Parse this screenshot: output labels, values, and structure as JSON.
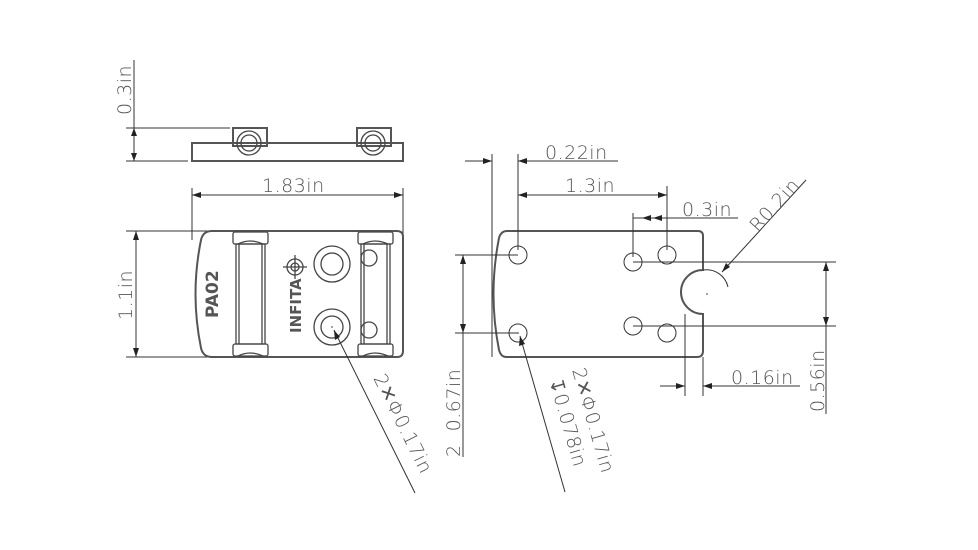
{
  "drawing": {
    "subject": "Red dot mounting plate",
    "part_label": "PA02",
    "brand_label": "INFITA",
    "colors": {
      "background": "#ffffff",
      "line": "#333333",
      "part_outline": "#555555",
      "text": "#555555"
    }
  },
  "side_view": {
    "height_dim": "0.3in"
  },
  "top_view": {
    "width_dim": "1.83in",
    "height_dim": "1.1in",
    "hole_callout": "2✕Φ0.17in"
  },
  "bottom_view": {
    "hole_offset_dim": "0.22in",
    "hole_span_dim": "1.3in",
    "inner_hole_dim": "0.3in",
    "radius_dim": "R0.2in",
    "notch_dim": "0.16in",
    "vertical_span_dim": "0.56in",
    "hole_pitch_dim": "2  0.67in",
    "hole_callout_line1": "2✕Φ0.17in",
    "hole_callout_line2": "↧0.078in"
  }
}
